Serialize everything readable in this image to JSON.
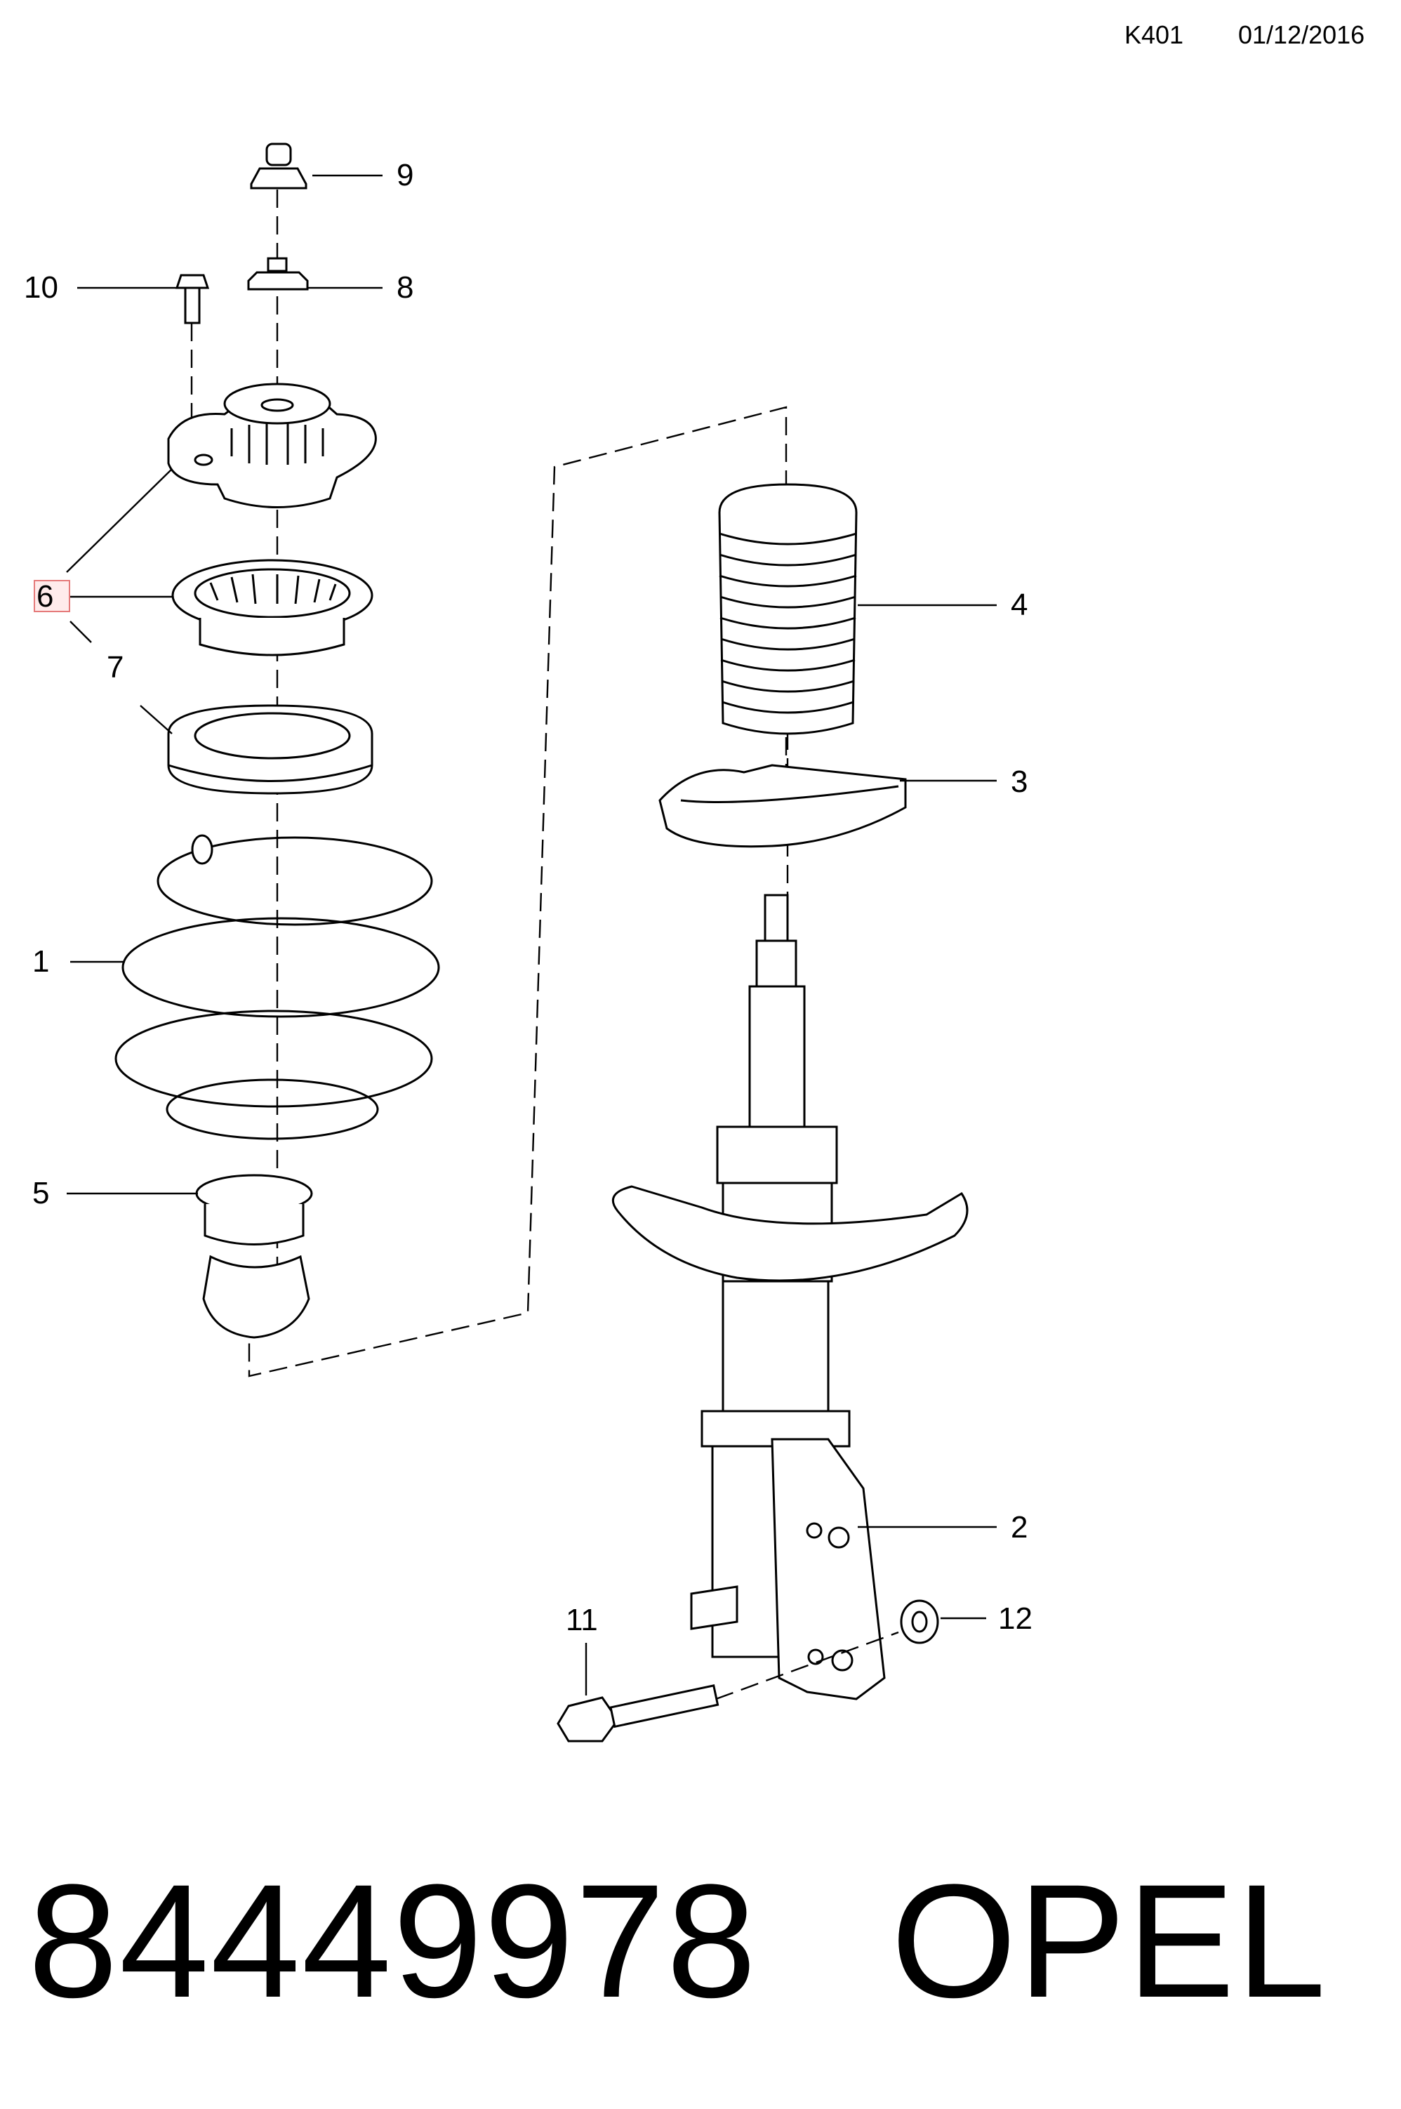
{
  "header": {
    "code": "K401",
    "date": "01/12/2016"
  },
  "footer": {
    "part_number": "84449978",
    "brand": "OPEL"
  },
  "diagram": {
    "labels": {
      "p1": "1",
      "p2": "2",
      "p3": "3",
      "p4": "4",
      "p5": "5",
      "p6": "6",
      "p7": "7",
      "p8": "8",
      "p9": "9",
      "p10": "10",
      "p11": "11",
      "p12": "12"
    },
    "highlight": {
      "label": "6",
      "color": "#e57a7a"
    }
  }
}
